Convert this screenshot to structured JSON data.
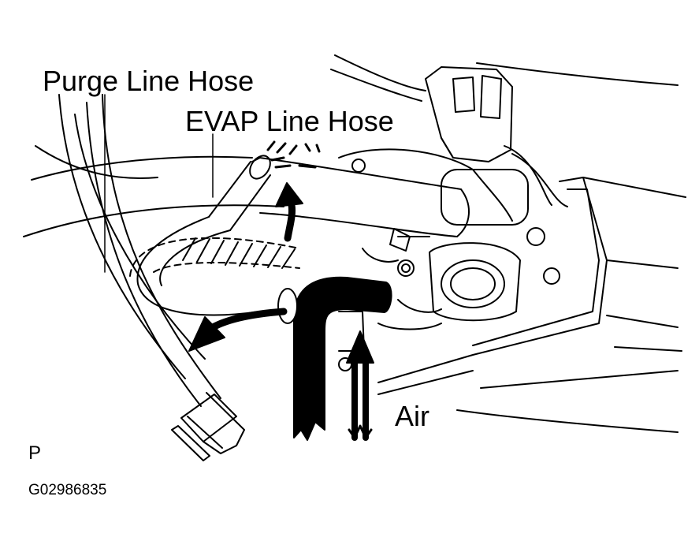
{
  "labels": {
    "purge_line_hose": "Purge Line Hose",
    "evap_line_hose": "EVAP Line Hose",
    "air": "Air",
    "view_code": "P",
    "figure_id": "G02986835"
  },
  "colors": {
    "ink": "#000000",
    "paper": "#ffffff"
  },
  "icons": {
    "flow_arrow": "curved-arrow-icon",
    "air_arrow": "up-arrow-icon",
    "leak_marks": "air-leak-icon"
  }
}
